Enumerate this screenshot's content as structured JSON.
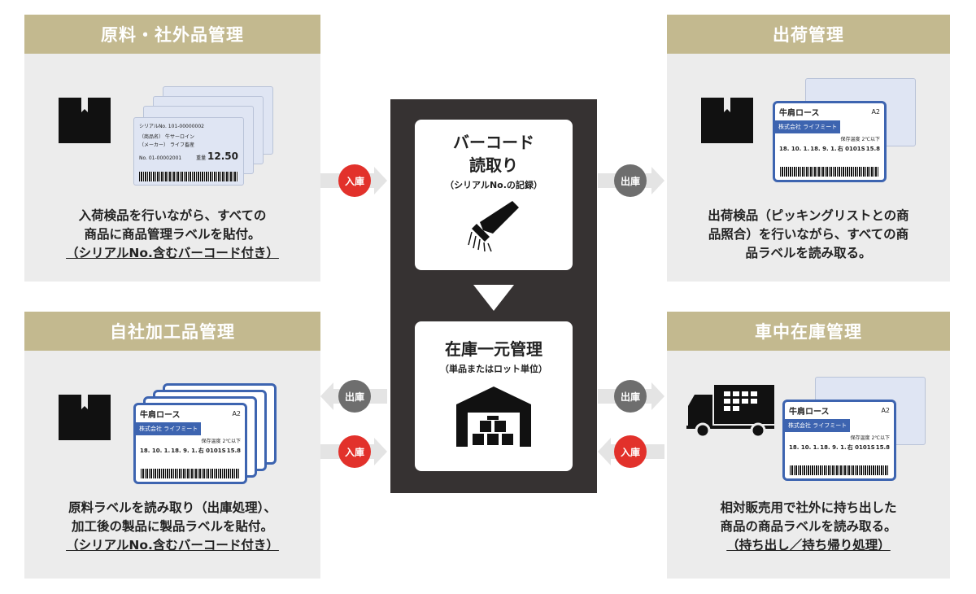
{
  "panels": {
    "raw": {
      "title": "原料・社外品管理",
      "desc1": "入荷検品を行いながら、すべての",
      "desc2": "商品に商品管理ラベルを貼付。",
      "desc3": "（シリアルNo.含むバーコード付き）"
    },
    "ship": {
      "title": "出荷管理",
      "desc1": "出荷検品（ピッキングリストとの商",
      "desc2": "品照合）を行いながら、すべての商",
      "desc3": "品ラベルを読み取る。"
    },
    "inhouse": {
      "title": "自社加工品管理",
      "desc1": "原料ラベルを読み取り（出庫処理）、",
      "desc2": "加工後の製品に製品ラベルを貼付。",
      "desc3": "（シリアルNo.含むバーコード付き）"
    },
    "truck": {
      "title": "車中在庫管理",
      "desc1": "相対販売用で社外に持ち出した",
      "desc2": "商品の商品ラベルを読み取る。",
      "desc3": "（持ち出し／持ち帰り処理）"
    }
  },
  "center": {
    "scan_title1": "バーコード",
    "scan_title2": "読取り",
    "scan_sub": "（シリアルNo.の記録）",
    "stock_title": "在庫一元管理",
    "stock_sub": "（単品またはロット単位）"
  },
  "arrows": {
    "in": "入庫",
    "out": "出庫"
  },
  "label_a": {
    "serial": "シリアルNo. 101-00000002",
    "name_key": "（商品名）",
    "name": "牛サーロイン",
    "maker_key": "（メーカー）",
    "maker": "ライフ畜産",
    "no": "No. 01-00002001",
    "weight_key": "重量",
    "weight": "12.50"
  },
  "label_b": {
    "name": "牛肩ロース",
    "company": "株式会社 ライフミート",
    "date1": "18. 10. 1.",
    "date2": "18. 9. 1.",
    "part": "右 0101S",
    "kg": "15.8",
    "grade": "A2",
    "temp": "保存温度 2℃以下"
  },
  "colors": {
    "header": "#c3b98f",
    "in": "#e2312b",
    "out": "#6e6e6e",
    "panel": "#ececec",
    "center": "#363232",
    "label_border": "#3d64b0"
  }
}
